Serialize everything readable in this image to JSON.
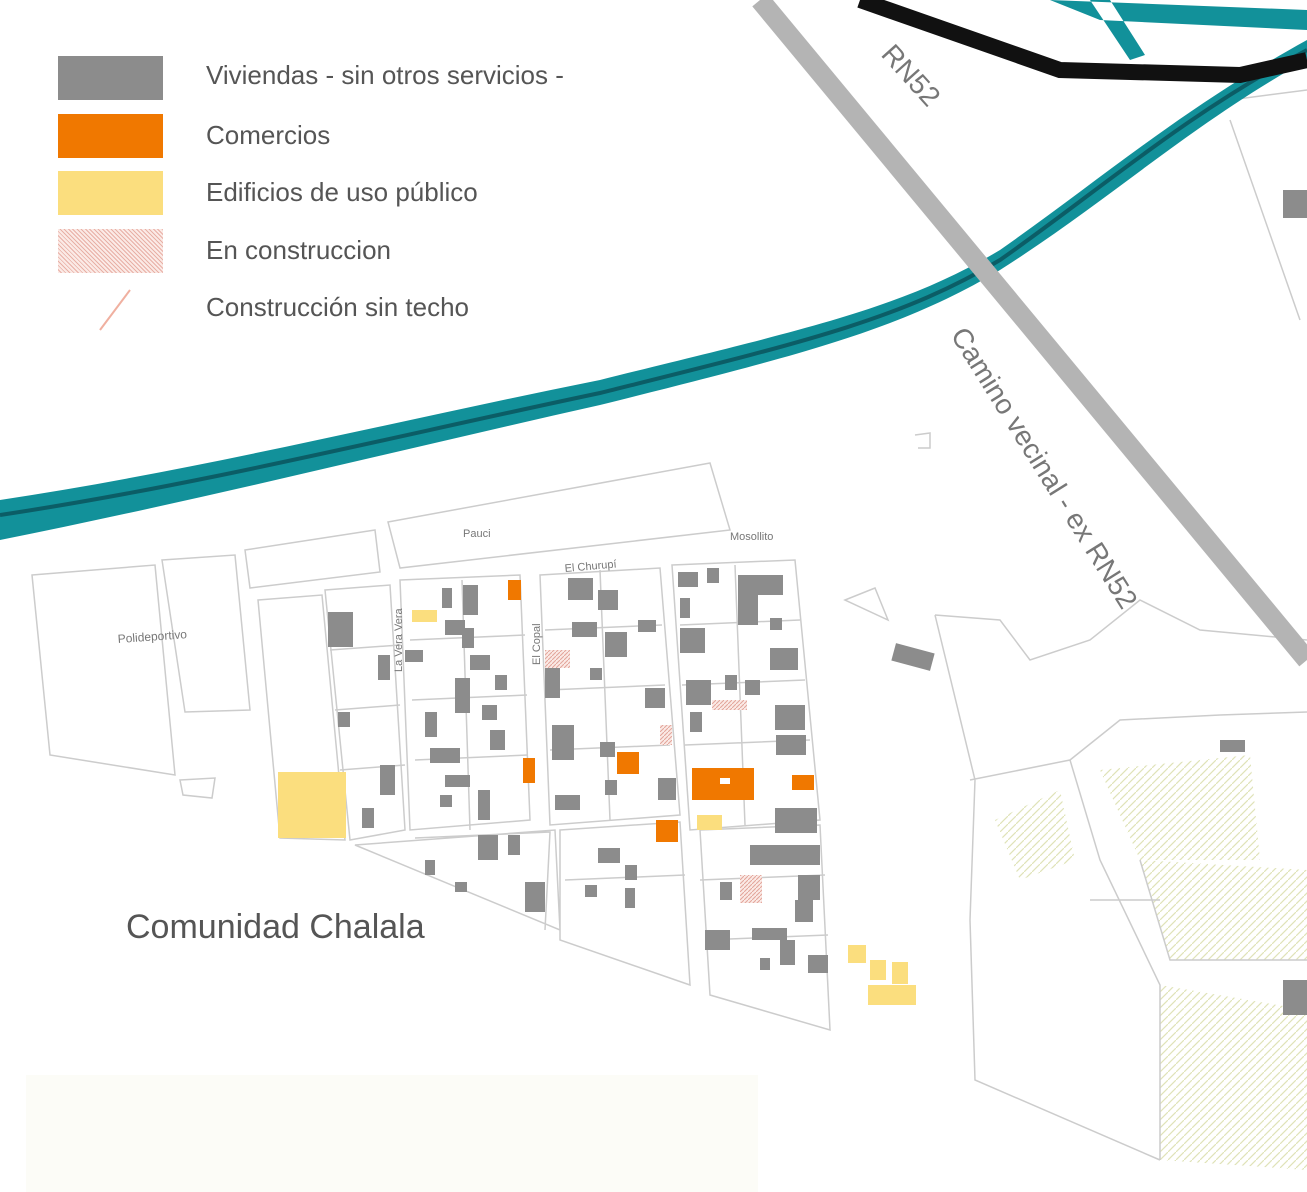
{
  "legend": {
    "items": [
      {
        "label": "Viviendas - sin otros servicios -",
        "color": "#8c8c8c"
      },
      {
        "label": "Comercios",
        "color": "#f07800"
      },
      {
        "label": "Edificios de uso público",
        "color": "#fbde7e"
      },
      {
        "label": "En construccion",
        "color": "#f0c8c0"
      },
      {
        "label": "Construcción sin techo",
        "color": "#f0b0a0"
      }
    ]
  },
  "labels": {
    "road_rn52": "RN52",
    "road_camino": "Camino vecinal - ex RN52",
    "community": "Comunidad Chalala",
    "polideportivo": "Polideportivo",
    "street_1": "Pauci",
    "street_2": "Mosollito",
    "street_3": "El Churupí",
    "street_4": "La Vera Vera",
    "street_5": "El Copal"
  },
  "colors": {
    "river": "#12919a",
    "road": "#b4b4b4",
    "rail": "#111111"
  }
}
